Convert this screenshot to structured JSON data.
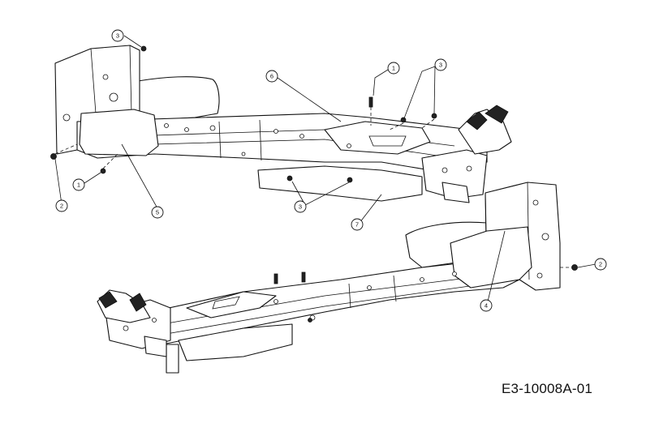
{
  "drawing_code": "E3-10008A-01",
  "callouts": [
    {
      "id": "c3-top",
      "label": "3"
    },
    {
      "id": "c1-a",
      "label": "1"
    },
    {
      "id": "c3-b",
      "label": "3"
    },
    {
      "id": "c6",
      "label": "6"
    },
    {
      "id": "c1-left",
      "label": "1"
    },
    {
      "id": "c2-left",
      "label": "2"
    },
    {
      "id": "c5",
      "label": "5"
    },
    {
      "id": "c3-mid",
      "label": "3"
    },
    {
      "id": "c7",
      "label": "7"
    },
    {
      "id": "c2-right",
      "label": "2"
    },
    {
      "id": "c4",
      "label": "4"
    }
  ]
}
